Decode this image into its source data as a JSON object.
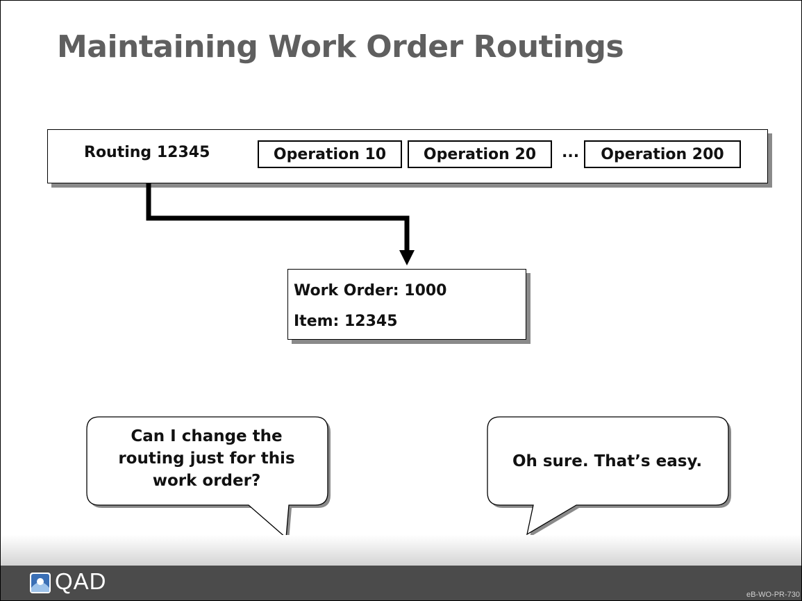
{
  "slide": {
    "title": "Maintaining Work Order Routings"
  },
  "routing": {
    "label": "Routing 12345",
    "operations": [
      "Operation 10",
      "Operation 20",
      "Operation 200"
    ],
    "ellipsis": "..."
  },
  "work_order": {
    "number_line": "Work Order: 1000",
    "item_line": "Item: 12345"
  },
  "dialogue": {
    "question_lines": [
      "Can I change the",
      "routing just for this",
      "work order?"
    ],
    "answer": "Oh sure. That’s easy."
  },
  "footer": {
    "brand": "QAD",
    "slide_code": "eB-WO-PR-730"
  },
  "colors": {
    "title": "#5f5f5f",
    "footer_bar": "#4b4b4b",
    "shadow": "#8a8a8a",
    "logo_blue": "#3a6fb5"
  }
}
